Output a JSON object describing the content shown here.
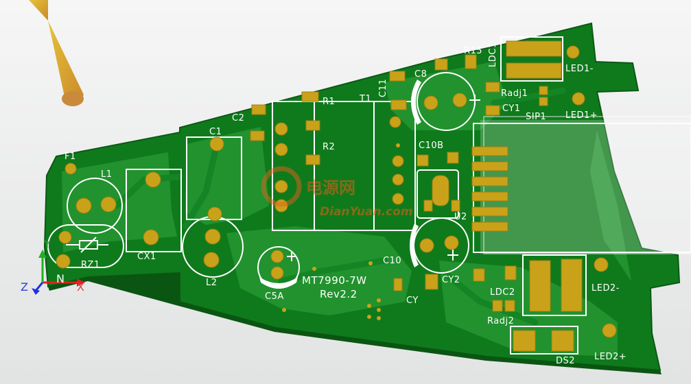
{
  "board": {
    "designators": {
      "F1": "F1",
      "L1": "L1",
      "RZ1": "RZ1",
      "CX1": "CX1",
      "C1": "C1",
      "L2": "L2",
      "C2": "C2",
      "R1": "R1",
      "R2": "R2",
      "T1": "T1",
      "C11": "C11",
      "C8": "C8",
      "R15": "R15",
      "LDC1": "LDC1",
      "LED1M": "LED1-",
      "LED1P": "LED1+",
      "RADJ1": "Radj1",
      "CY1": "CY1",
      "SIP1": "SIP1",
      "C10B": "C10B",
      "U2": "U2",
      "C10": "C10",
      "CY2": "CY2",
      "CY": "CY",
      "C5A": "C5A",
      "LDC2": "LDC2",
      "LED2M": "LED2-",
      "RADJ2": "Radj2",
      "DS2": "DS2",
      "LED2P": "LED2+"
    },
    "model": "MT7990-7W",
    "revision": "Rev2.2"
  },
  "watermark": {
    "cn": "电源网",
    "en": "DianYuan.com"
  },
  "axes": {
    "x": "X",
    "y": "Y",
    "z": "Z",
    "n": "N"
  },
  "colors": {
    "board": "#0f7a1c",
    "copper": "#21922e",
    "pad": "#c9a21a",
    "silkscreen": "#ffffff",
    "background": "#efefef"
  }
}
